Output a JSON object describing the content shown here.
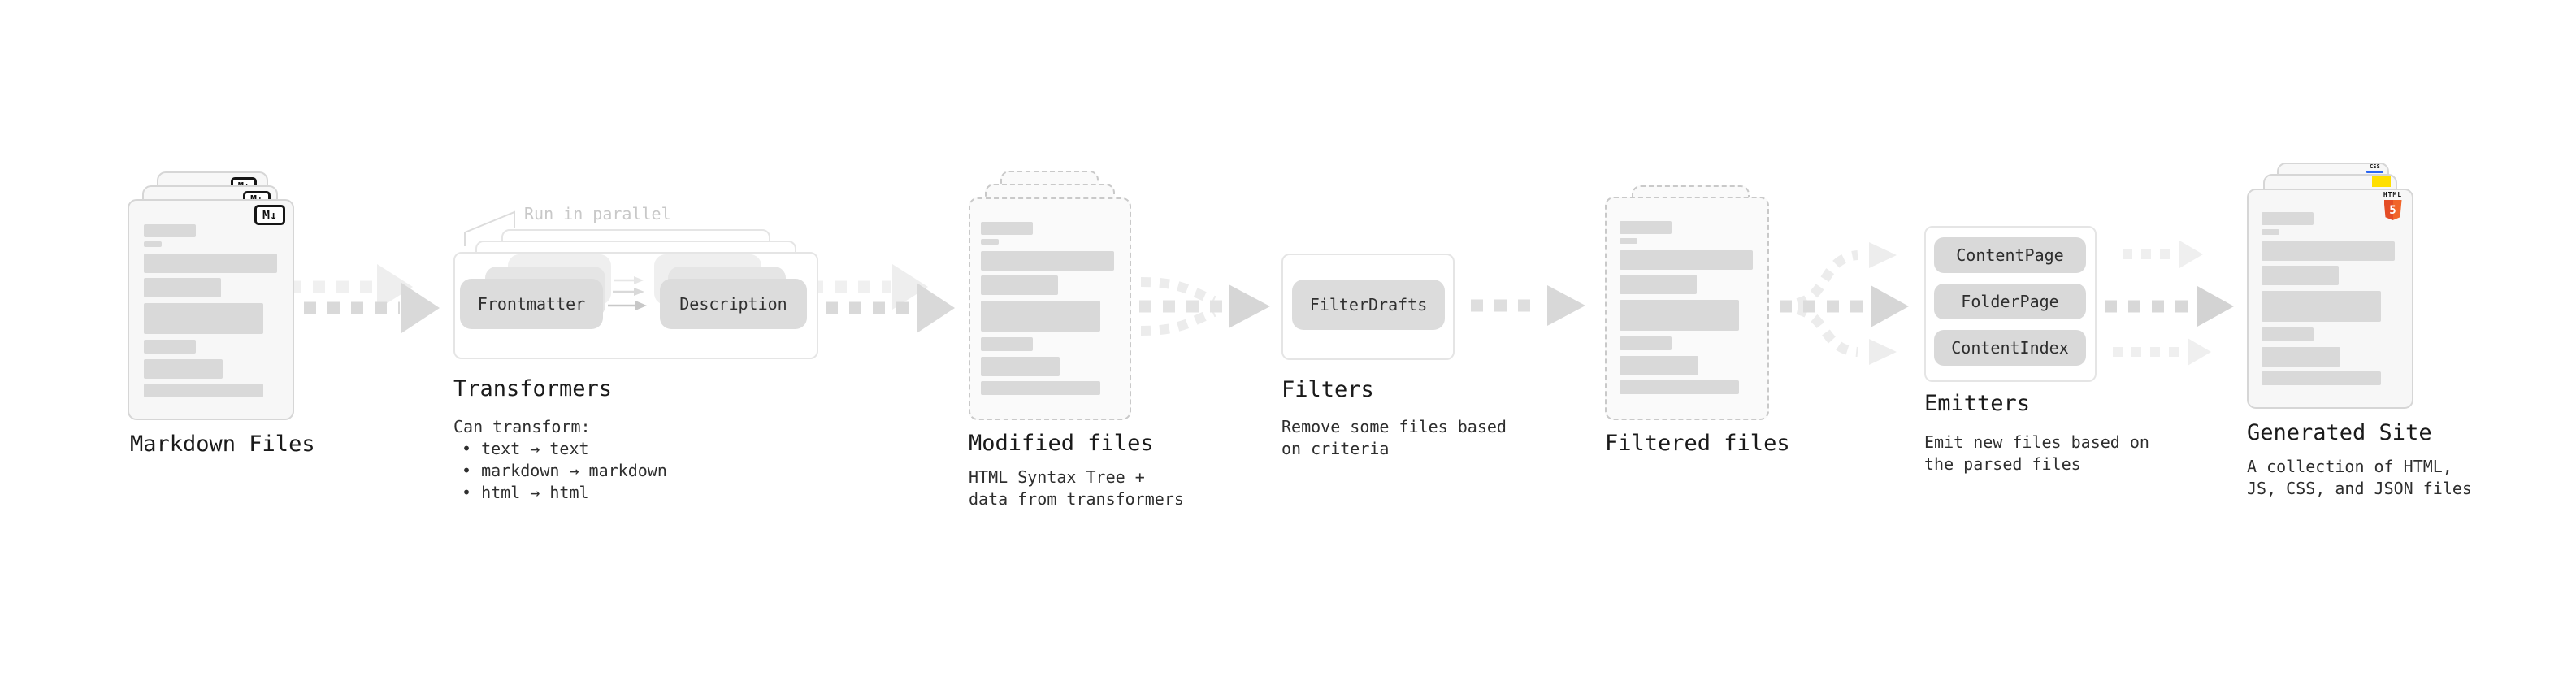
{
  "diagram": {
    "markdown_files": {
      "title": "Markdown Files",
      "badge": "M↓",
      "icon": "markdown-icon"
    },
    "transformers": {
      "title": "Transformers",
      "annotation": "Run in parallel",
      "box_frontmatter": "Frontmatter",
      "box_description": "Description",
      "description_heading": "Can transform:",
      "bullet_char": "•",
      "bullets": [
        "text → text",
        "markdown → markdown",
        "html → html"
      ]
    },
    "modified_files": {
      "title": "Modified files",
      "subtitle_lines": [
        "HTML Syntax Tree +",
        "data from transformers"
      ]
    },
    "filters": {
      "title": "Filters",
      "box_filterdrafts": "FilterDrafts",
      "subtitle_lines": [
        "Remove some files based",
        "on criteria"
      ]
    },
    "filtered_files": {
      "title": "Filtered files"
    },
    "emitters": {
      "title": "Emitters",
      "boxes": [
        "ContentPage",
        "FolderPage",
        "ContentIndex"
      ],
      "subtitle_lines": [
        "Emit new files based on",
        "the parsed files"
      ]
    },
    "generated_site": {
      "title": "Generated Site",
      "subtitle_lines": [
        "A collection of HTML,",
        "JS, CSS, and JSON files"
      ],
      "html5_word": "HTML",
      "html5_number": "5",
      "css_label": "CSS"
    },
    "colors": {
      "html_orange": "#f16529",
      "html_orange_dark": "#e44d26",
      "js_yellow": "#ffdf00",
      "css_blue": "#2965f1",
      "arrow_gray": "#d9d9d9",
      "arrow_light": "#efefef",
      "bar_gray": "#d9d9d9",
      "text_dark": "#1a1a1a"
    }
  }
}
